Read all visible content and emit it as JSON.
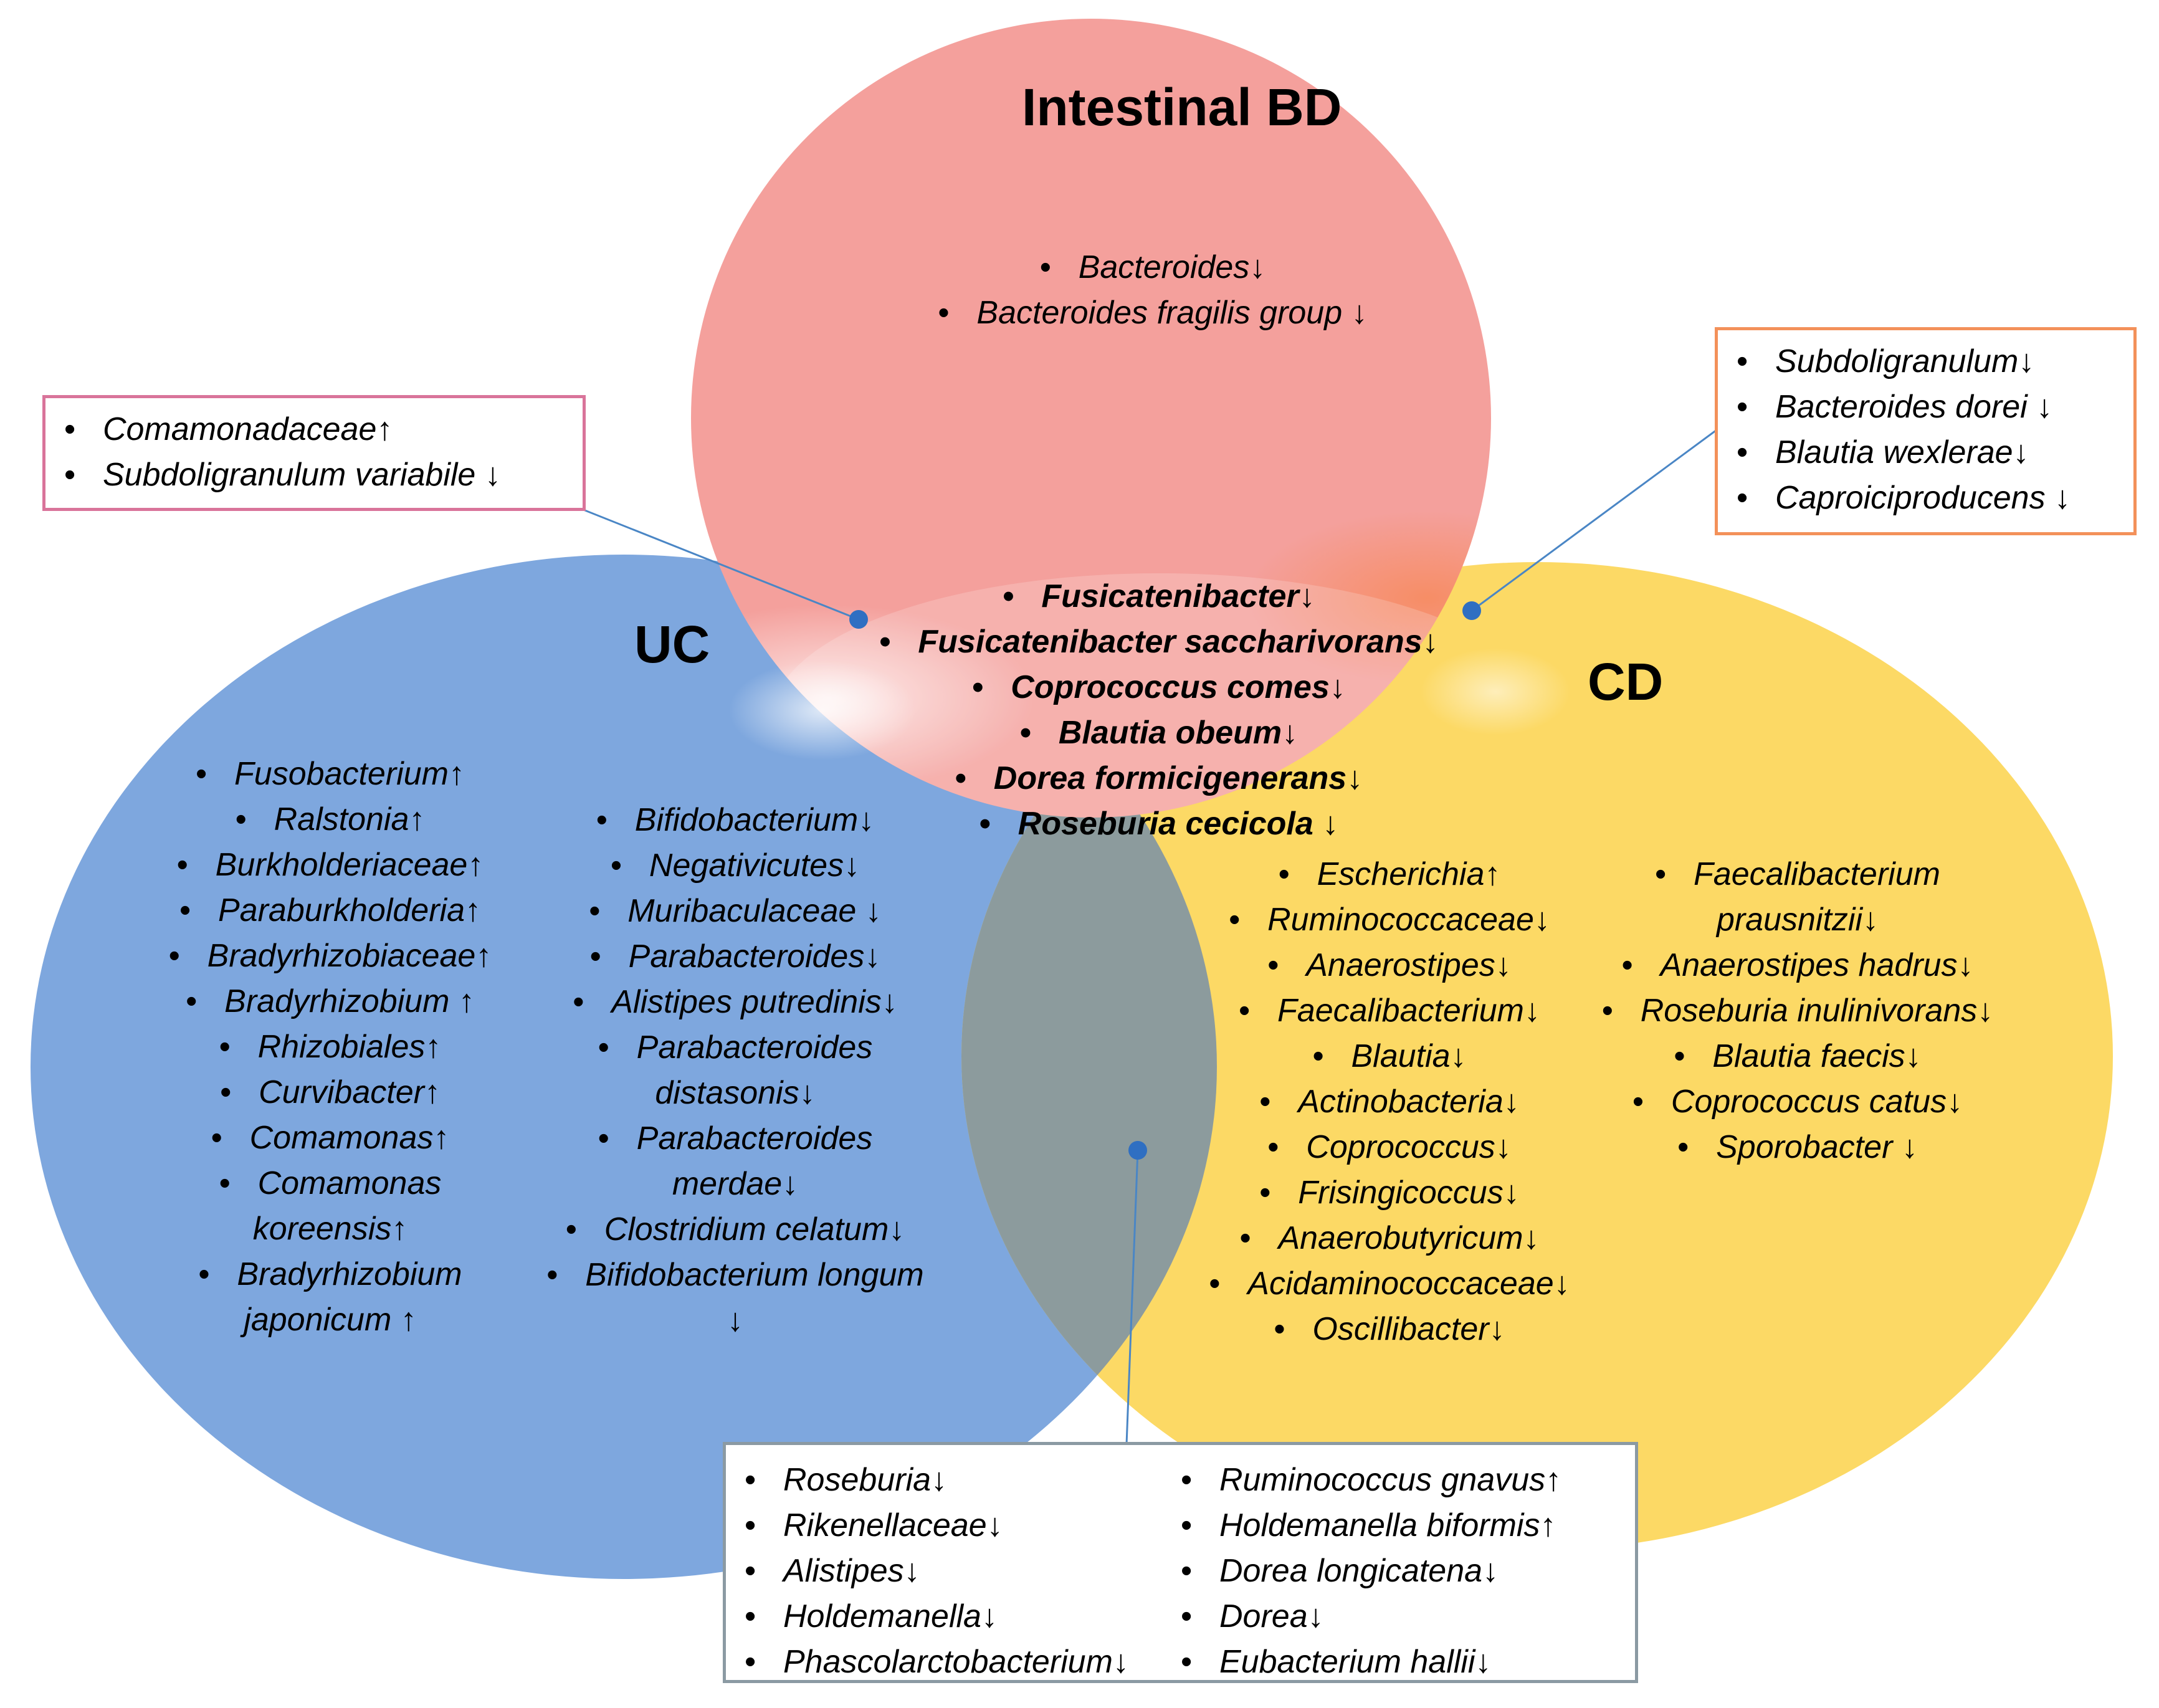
{
  "colors": {
    "intestinal_bd": "#f4a09c",
    "uc": "#7ea7de",
    "cd": "#fcd965",
    "uc_cd_overlap": "#8c9b9d",
    "connector": "#4a86c5",
    "box_uc_bd": "#d9749a",
    "box_cd_bd": "#f3915a",
    "box_uc_cd": "#8b9aa3"
  },
  "bullet": "•",
  "sets": {
    "intestinal_bd": {
      "title": "Intestinal BD",
      "items": [
        {
          "name": "Bacteroides",
          "arrow": "↓"
        },
        {
          "name": "Bacteroides fragilis group ",
          "arrow": "↓"
        }
      ]
    },
    "uc": {
      "title": "UC",
      "col1": [
        {
          "name": "Fusobacterium",
          "arrow": "↑"
        },
        {
          "name": "Ralstonia",
          "arrow": "↑"
        },
        {
          "name": "Burkholderiaceae",
          "arrow": "↑"
        },
        {
          "name": "Paraburkholderia",
          "arrow": "↑"
        },
        {
          "name": "Bradyrhizobiaceae",
          "arrow": "↑"
        },
        {
          "name": "Bradyrhizobium ",
          "arrow": "↑"
        },
        {
          "name": "Rhizobiales",
          "arrow": "↑"
        },
        {
          "name": "Curvibacter",
          "arrow": "↑"
        },
        {
          "name": "Comamonas",
          "arrow": "↑"
        },
        {
          "name": "Comamonas koreensis",
          "arrow": "↑"
        },
        {
          "name": "Bradyrhizobium japonicum ",
          "arrow": "↑"
        }
      ],
      "col2": [
        {
          "name": "Bifidobacterium",
          "arrow": "↓"
        },
        {
          "name": "Negativicutes",
          "arrow": "↓"
        },
        {
          "name": "Muribaculaceae ",
          "arrow": "↓"
        },
        {
          "name": "Parabacteroides",
          "arrow": "↓"
        },
        {
          "name": "Alistipes putredinis",
          "arrow": "↓"
        },
        {
          "name": "Parabacteroides distasonis",
          "arrow": "↓"
        },
        {
          "name": "Parabacteroides merdae",
          "arrow": "↓"
        },
        {
          "name": "Clostridium celatum",
          "arrow": "↓"
        },
        {
          "name": "Bifidobacterium longum ",
          "arrow": "↓"
        }
      ]
    },
    "cd": {
      "title": "CD",
      "col1": [
        {
          "name": "Escherichia",
          "arrow": "↑"
        },
        {
          "name": "Ruminococcaceae",
          "arrow": "↓"
        },
        {
          "name": "Anaerostipes",
          "arrow": "↓"
        },
        {
          "name": "Faecalibacterium",
          "arrow": "↓"
        },
        {
          "name": "Blautia",
          "arrow": "↓"
        },
        {
          "name": "Actinobacteria",
          "arrow": "↓"
        },
        {
          "name": "Coprococcus",
          "arrow": "↓"
        },
        {
          "name": "Frisingicoccus",
          "arrow": "↓"
        },
        {
          "name": "Anaerobutyricum",
          "arrow": "↓"
        },
        {
          "name": "Acidaminococcaceae",
          "arrow": "↓"
        },
        {
          "name": "Oscillibacter",
          "arrow": "↓"
        }
      ],
      "col2": [
        {
          "name": "Faecalibacterium prausnitzii",
          "arrow": "↓"
        },
        {
          "name": "Anaerostipes hadrus",
          "arrow": "↓"
        },
        {
          "name": "Roseburia inulinivorans",
          "arrow": "↓"
        },
        {
          "name": "Blautia faecis",
          "arrow": "↓"
        },
        {
          "name": "Coprococcus catus",
          "arrow": "↓"
        },
        {
          "name": "Sporobacter ",
          "arrow": "↓"
        }
      ]
    }
  },
  "intersections": {
    "all_three": [
      {
        "name": "Fusicatenibacter",
        "arrow": "↓"
      },
      {
        "name": "Fusicatenibacter saccharivorans",
        "arrow": "↓"
      },
      {
        "name": "Coprococcus comes",
        "arrow": "↓"
      },
      {
        "name": "Blautia obeum",
        "arrow": "↓"
      },
      {
        "name": "Dorea formicigenerans",
        "arrow": "↓"
      },
      {
        "name": "Roseburia cecicola ",
        "arrow": "↓"
      }
    ],
    "uc_bd": [
      {
        "name": "Comamonadaceae",
        "arrow": "↑"
      },
      {
        "name": "Subdoligranulum variabile ",
        "arrow": "↓"
      }
    ],
    "cd_bd": [
      {
        "name": "Subdoligranulum",
        "arrow": "↓"
      },
      {
        "name": "Bacteroides dorei ",
        "arrow": "↓"
      },
      {
        "name": "Blautia wexlerae",
        "arrow": "↓"
      },
      {
        "name": "Caproiciproducens ",
        "arrow": "↓"
      }
    ],
    "uc_cd": {
      "col1": [
        {
          "name": "Roseburia",
          "arrow": "↓"
        },
        {
          "name": "Rikenellaceae",
          "arrow": "↓"
        },
        {
          "name": "Alistipes",
          "arrow": "↓"
        },
        {
          "name": "Holdemanella",
          "arrow": "↓"
        },
        {
          "name": "Phascolarctobacterium",
          "arrow": "↓"
        }
      ],
      "col2": [
        {
          "name": "Ruminococcus gnavus",
          "arrow": "↑"
        },
        {
          "name": "Holdemanella biformis",
          "arrow": "↑"
        },
        {
          "name": "Dorea longicatena",
          "arrow": "↓"
        },
        {
          "name": "Dorea",
          "arrow": "↓"
        },
        {
          "name": "Eubacterium hallii",
          "arrow": "↓"
        }
      ]
    }
  }
}
